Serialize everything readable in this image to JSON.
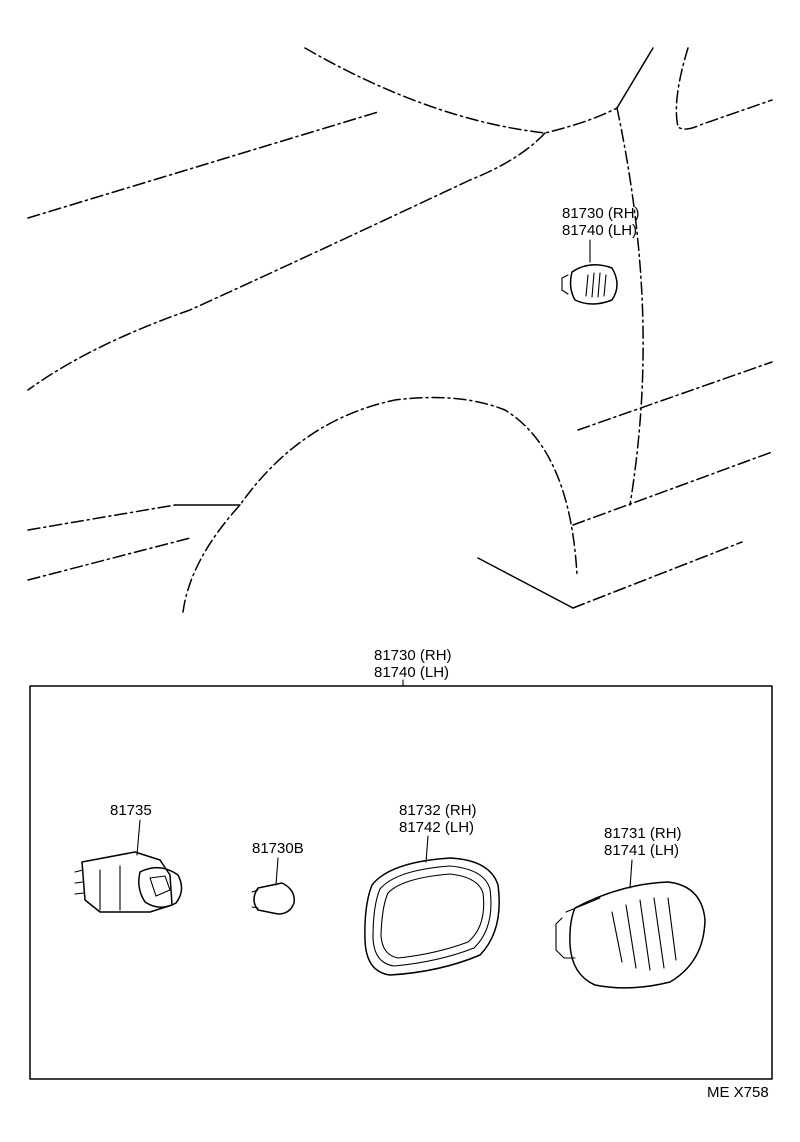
{
  "callout_top": {
    "part_rh": "81730 (RH)",
    "part_lh": "81740 (LH)"
  },
  "assembly": {
    "part_rh": "81730 (RH)",
    "part_lh": "81740 (LH)"
  },
  "parts": {
    "socket": {
      "label": "81735"
    },
    "bulb": {
      "label": "81730B"
    },
    "gasket": {
      "label_rh": "81732 (RH)",
      "label_lh": "81742 (LH)"
    },
    "lens": {
      "label_rh": "81731 (RH)",
      "label_lh": "81741 (LH)"
    }
  },
  "drawing_code": "ME X758"
}
